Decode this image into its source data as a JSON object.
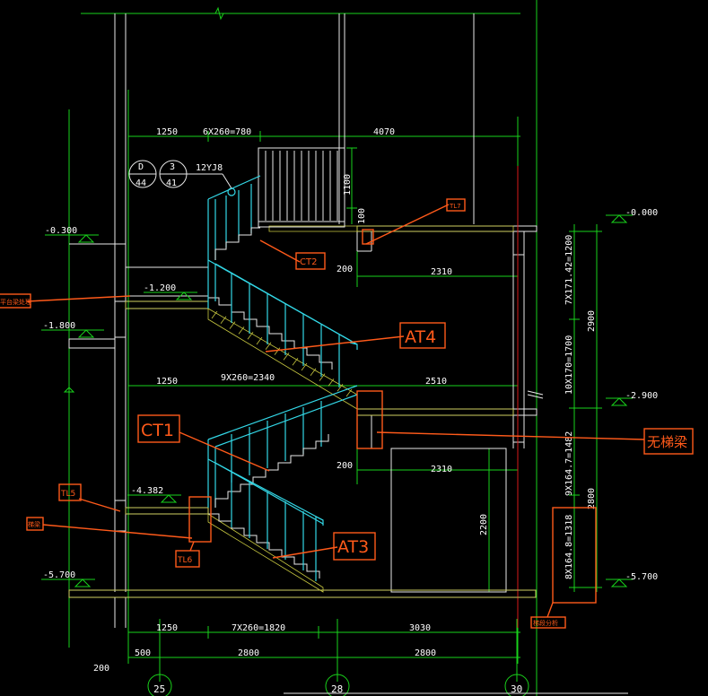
{
  "colors": {
    "background": "#000000",
    "dimension": "#19d21b",
    "concrete": "#e8e8e8",
    "railing": "#33d7e6",
    "markup": "#ff5a1a",
    "hatch": "#c8c840",
    "axis_red": "#d81a1a"
  },
  "dims": {
    "top_1250": "1250",
    "top_6x260": "6X260=780",
    "top_4070": "4070",
    "h1100": "1100",
    "h100": "100",
    "mid_200_a": "200",
    "mid_2310_a": "2310",
    "mid_1250": "1250",
    "mid_9x260": "9X260=2340",
    "mid_2510": "2510",
    "mid_200_b": "200",
    "mid_2310_b": "2310",
    "h2200": "2200",
    "right_7x171": "7X171.42=1200",
    "right_2900": "2900",
    "right_10x170": "10X170=1700",
    "right_9x164": "9X164.7=1482",
    "right_2800": "2800",
    "right_8x164": "8X164.8=1318",
    "bot_1250": "1250",
    "bot_7x260": "7X260=1820",
    "bot_3030": "3030",
    "bot_500": "500",
    "bot_2800_a": "2800",
    "bot_2800_b": "2800",
    "bot_200": "200"
  },
  "elevations": {
    "e_000": "-0.000",
    "e_0300": "-0.300",
    "e_1200": "-1.200",
    "e_1800": "-1.800",
    "e_2900": "-2.900",
    "e_4382": "-4.382",
    "e_5700_l": "-5.700",
    "e_5700_r": "-5.700"
  },
  "details": {
    "d_top_l": "D",
    "d_bot_l": "44",
    "d_top_r": "3",
    "d_bot_r": "41",
    "ref": "12YJ8"
  },
  "axes": {
    "a25": "25",
    "a28": "28",
    "a30": "30"
  },
  "labels": {
    "ct2": "CT2",
    "tl7": "TL7",
    "at4": "AT4",
    "ct1": "CT1",
    "tl5": "TL5",
    "tl6": "TL6",
    "at3": "AT3",
    "no_beam": "无梯梁",
    "left_note_1": "平台梁处理",
    "left_note_2": "梯梁",
    "bottom_note": "梯段分析"
  }
}
